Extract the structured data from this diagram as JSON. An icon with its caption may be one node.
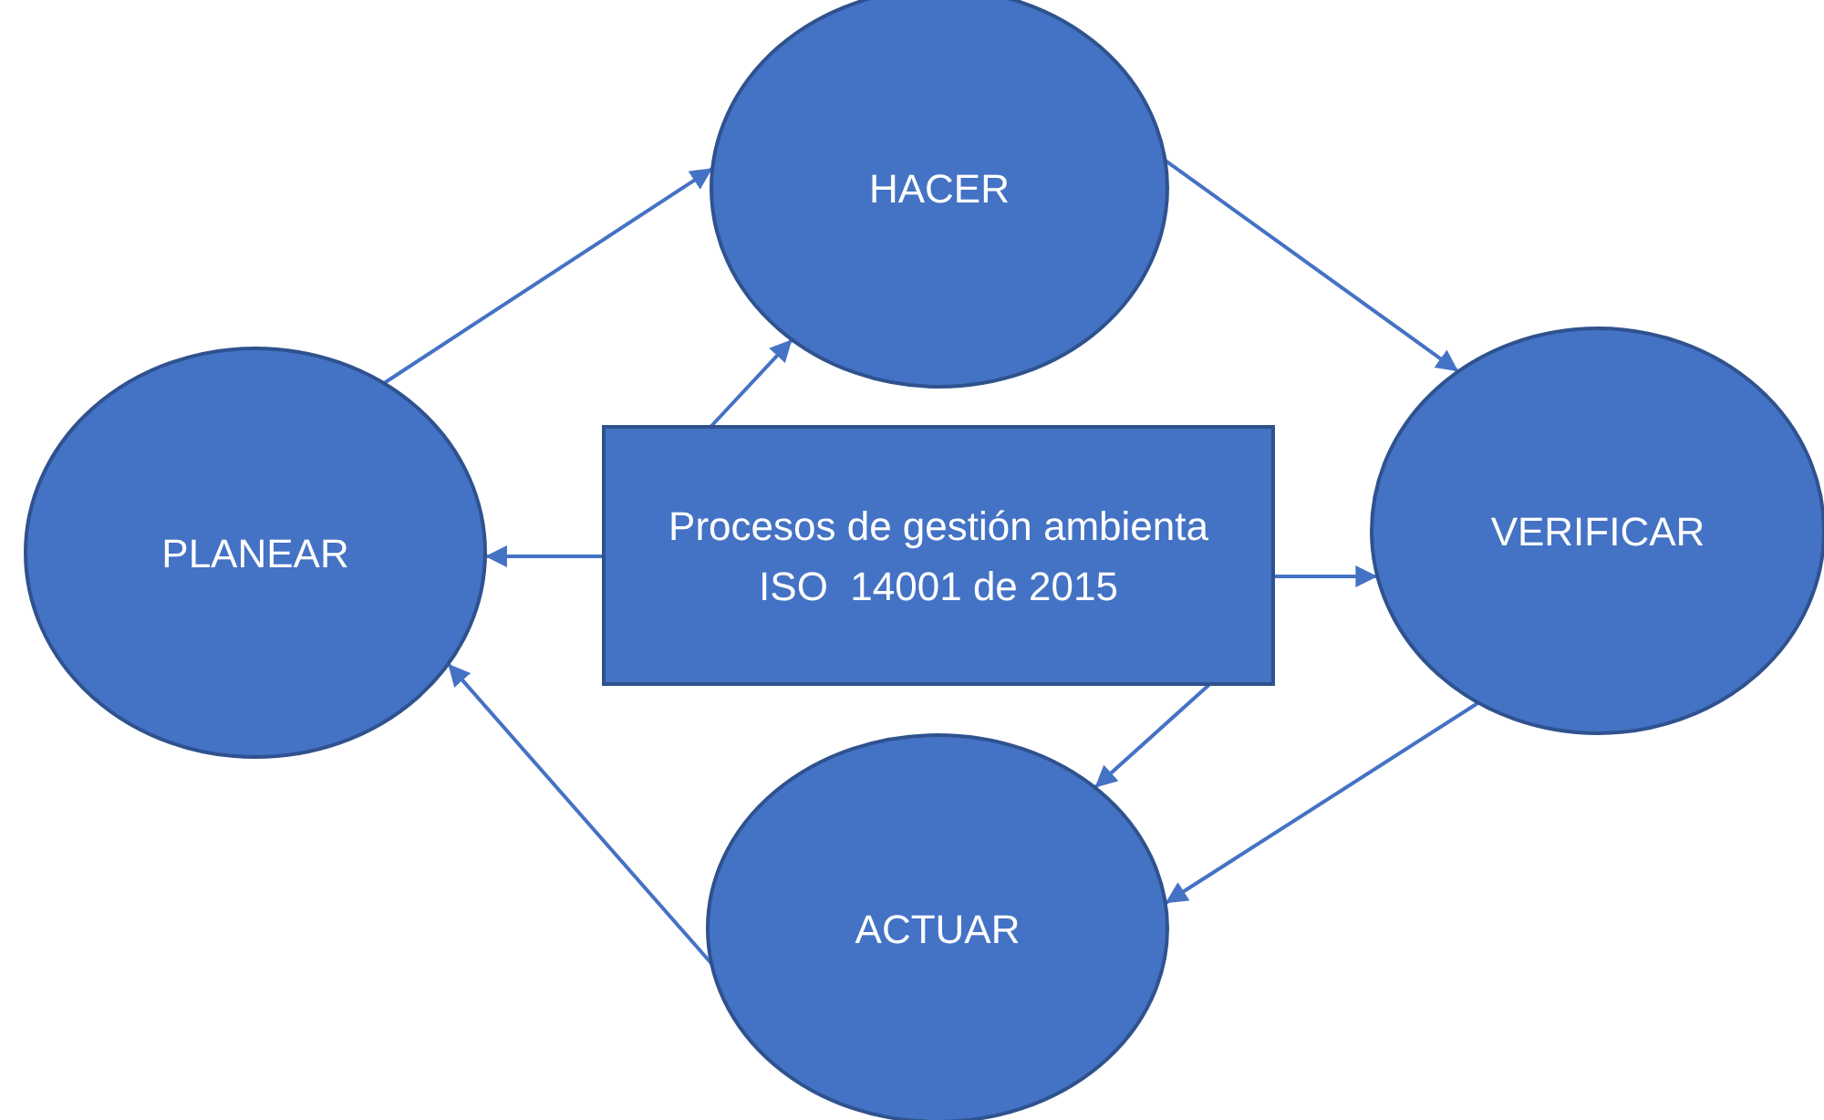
{
  "diagram": {
    "nodes": [
      {
        "text": [
          "HACER"
        ]
      },
      {
        "text": [
          "PLANEAR"
        ]
      },
      {
        "text": [
          "Procesos de gestión ambienta ISO  14001 de 2015"
        ]
      },
      {
        "text": [
          "VERIFICAR"
        ]
      },
      {
        "text": [
          "ACTUAR"
        ]
      }
    ],
    "edges": [
      {
        "from": 1,
        "to": 0,
        "arrow": "to"
      },
      {
        "from": 0,
        "to": 3,
        "arrow": "to"
      },
      {
        "from": 3,
        "to": 4,
        "arrow": "to"
      },
      {
        "from": 4,
        "to": 1,
        "arrow": "to"
      },
      {
        "from": 2,
        "to": 0,
        "arrow": "to"
      },
      {
        "from": 2,
        "to": 1,
        "arrow": "to"
      },
      {
        "from": 2,
        "to": 3,
        "arrow": "to"
      },
      {
        "from": 2,
        "to": 4,
        "arrow": "to"
      }
    ]
  }
}
